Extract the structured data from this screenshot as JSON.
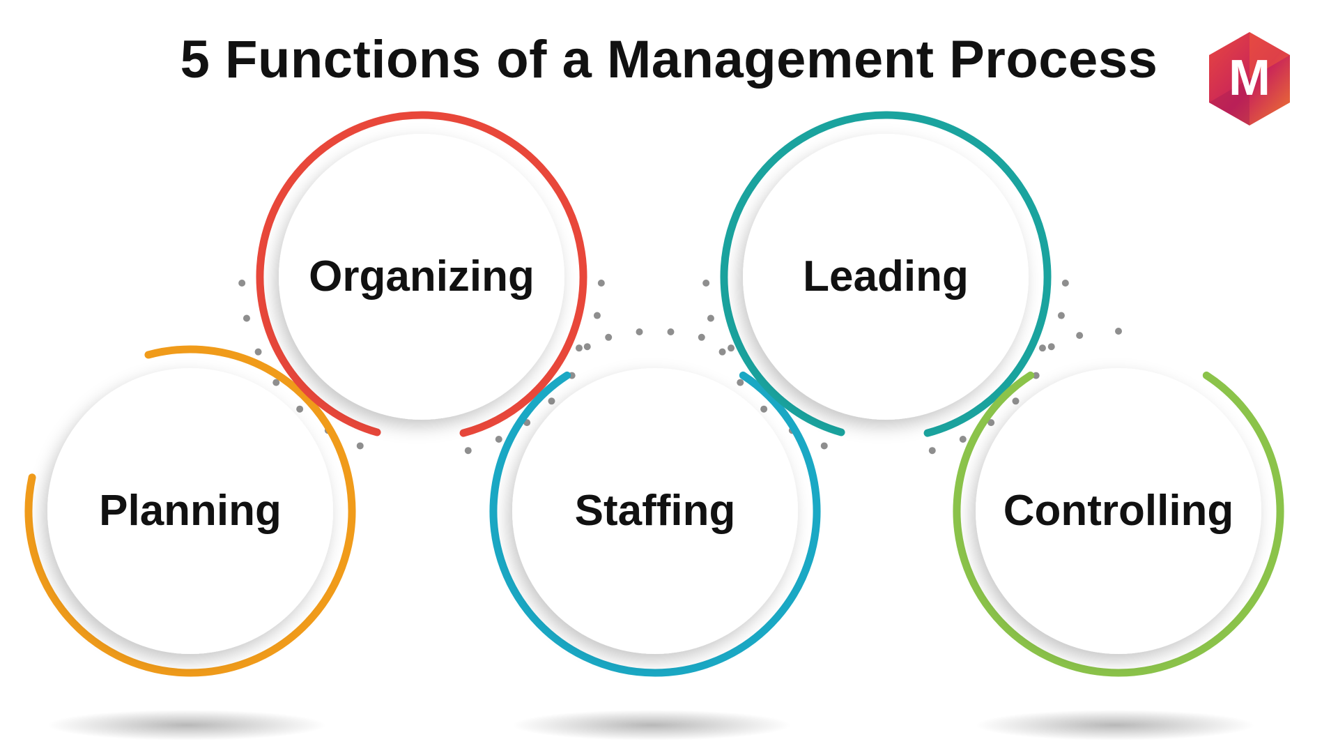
{
  "header": {
    "title": "5 Functions of a Management Process"
  },
  "brand": {
    "logo_letter": "M",
    "colors": [
      "#e8483f",
      "#c8235a",
      "#f07a2e"
    ]
  },
  "functions": [
    {
      "id": "planning",
      "label": "Planning",
      "color": "#f09b1a",
      "color_dark": "#d9780f"
    },
    {
      "id": "organizing",
      "label": "Organizing",
      "color": "#e8473a",
      "color_dark": "#d23a30"
    },
    {
      "id": "staffing",
      "label": "Staffing",
      "color": "#1aa8c4",
      "color_dark": "#0f8fa8"
    },
    {
      "id": "leading",
      "label": "Leading",
      "color": "#1aa39e",
      "color_dark": "#0f8a86"
    },
    {
      "id": "controlling",
      "label": "Controlling",
      "color": "#8bc34a",
      "color_dark": "#6ea238"
    }
  ],
  "connector": {
    "style": "dotted",
    "color": "#8e8e8e"
  }
}
